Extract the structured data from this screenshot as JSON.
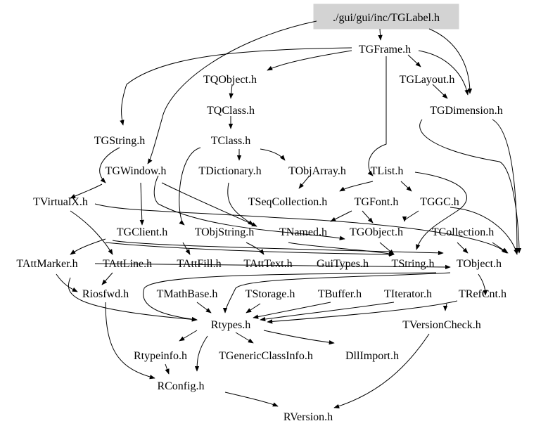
{
  "graph": {
    "root": {
      "id": "root",
      "label": "./gui/gui/inc/TGLabel.h",
      "highlight": "#d3d3d3"
    },
    "nodes": [
      {
        "id": "TGFrame",
        "label": "TGFrame.h"
      },
      {
        "id": "TQObject",
        "label": "TQObject.h"
      },
      {
        "id": "TGLayout",
        "label": "TGLayout.h"
      },
      {
        "id": "TQClass",
        "label": "TQClass.h"
      },
      {
        "id": "TGDimension",
        "label": "TGDimension.h"
      },
      {
        "id": "TGString",
        "label": "TGString.h"
      },
      {
        "id": "TClass",
        "label": "TClass.h"
      },
      {
        "id": "TGWindow",
        "label": "TGWindow.h"
      },
      {
        "id": "TDictionary",
        "label": "TDictionary.h"
      },
      {
        "id": "TObjArray",
        "label": "TObjArray.h"
      },
      {
        "id": "TList",
        "label": "TList.h"
      },
      {
        "id": "TVirtualX",
        "label": "TVirtualX.h"
      },
      {
        "id": "TSeqCollection",
        "label": "TSeqCollection.h"
      },
      {
        "id": "TGFont",
        "label": "TGFont.h"
      },
      {
        "id": "TGGC",
        "label": "TGGC.h"
      },
      {
        "id": "TGClient",
        "label": "TGClient.h"
      },
      {
        "id": "TObjString",
        "label": "TObjString.h"
      },
      {
        "id": "TNamed",
        "label": "TNamed.h"
      },
      {
        "id": "TGObject",
        "label": "TGObject.h"
      },
      {
        "id": "TCollection",
        "label": "TCollection.h"
      },
      {
        "id": "TAttMarker",
        "label": "TAttMarker.h"
      },
      {
        "id": "TAttLine",
        "label": "TAttLine.h"
      },
      {
        "id": "TAttFill",
        "label": "TAttFill.h"
      },
      {
        "id": "TAttText",
        "label": "TAttText.h"
      },
      {
        "id": "GuiTypes",
        "label": "GuiTypes.h"
      },
      {
        "id": "TString",
        "label": "TString.h"
      },
      {
        "id": "TObject",
        "label": "TObject.h"
      },
      {
        "id": "Riosfwd",
        "label": "Riosfwd.h"
      },
      {
        "id": "TMathBase",
        "label": "TMathBase.h"
      },
      {
        "id": "TStorage",
        "label": "TStorage.h"
      },
      {
        "id": "TBuffer",
        "label": "TBuffer.h"
      },
      {
        "id": "TIterator",
        "label": "TIterator.h"
      },
      {
        "id": "TRefCnt",
        "label": "TRefCnt.h"
      },
      {
        "id": "Rtypes",
        "label": "Rtypes.h"
      },
      {
        "id": "TVersionCheck",
        "label": "TVersionCheck.h"
      },
      {
        "id": "Rtypeinfo",
        "label": "Rtypeinfo.h"
      },
      {
        "id": "TGenericClassInfo",
        "label": "TGenericClassInfo.h"
      },
      {
        "id": "DllImport",
        "label": "DllImport.h"
      },
      {
        "id": "RConfig",
        "label": "RConfig.h"
      },
      {
        "id": "RVersion",
        "label": "RVersion.h"
      }
    ]
  }
}
